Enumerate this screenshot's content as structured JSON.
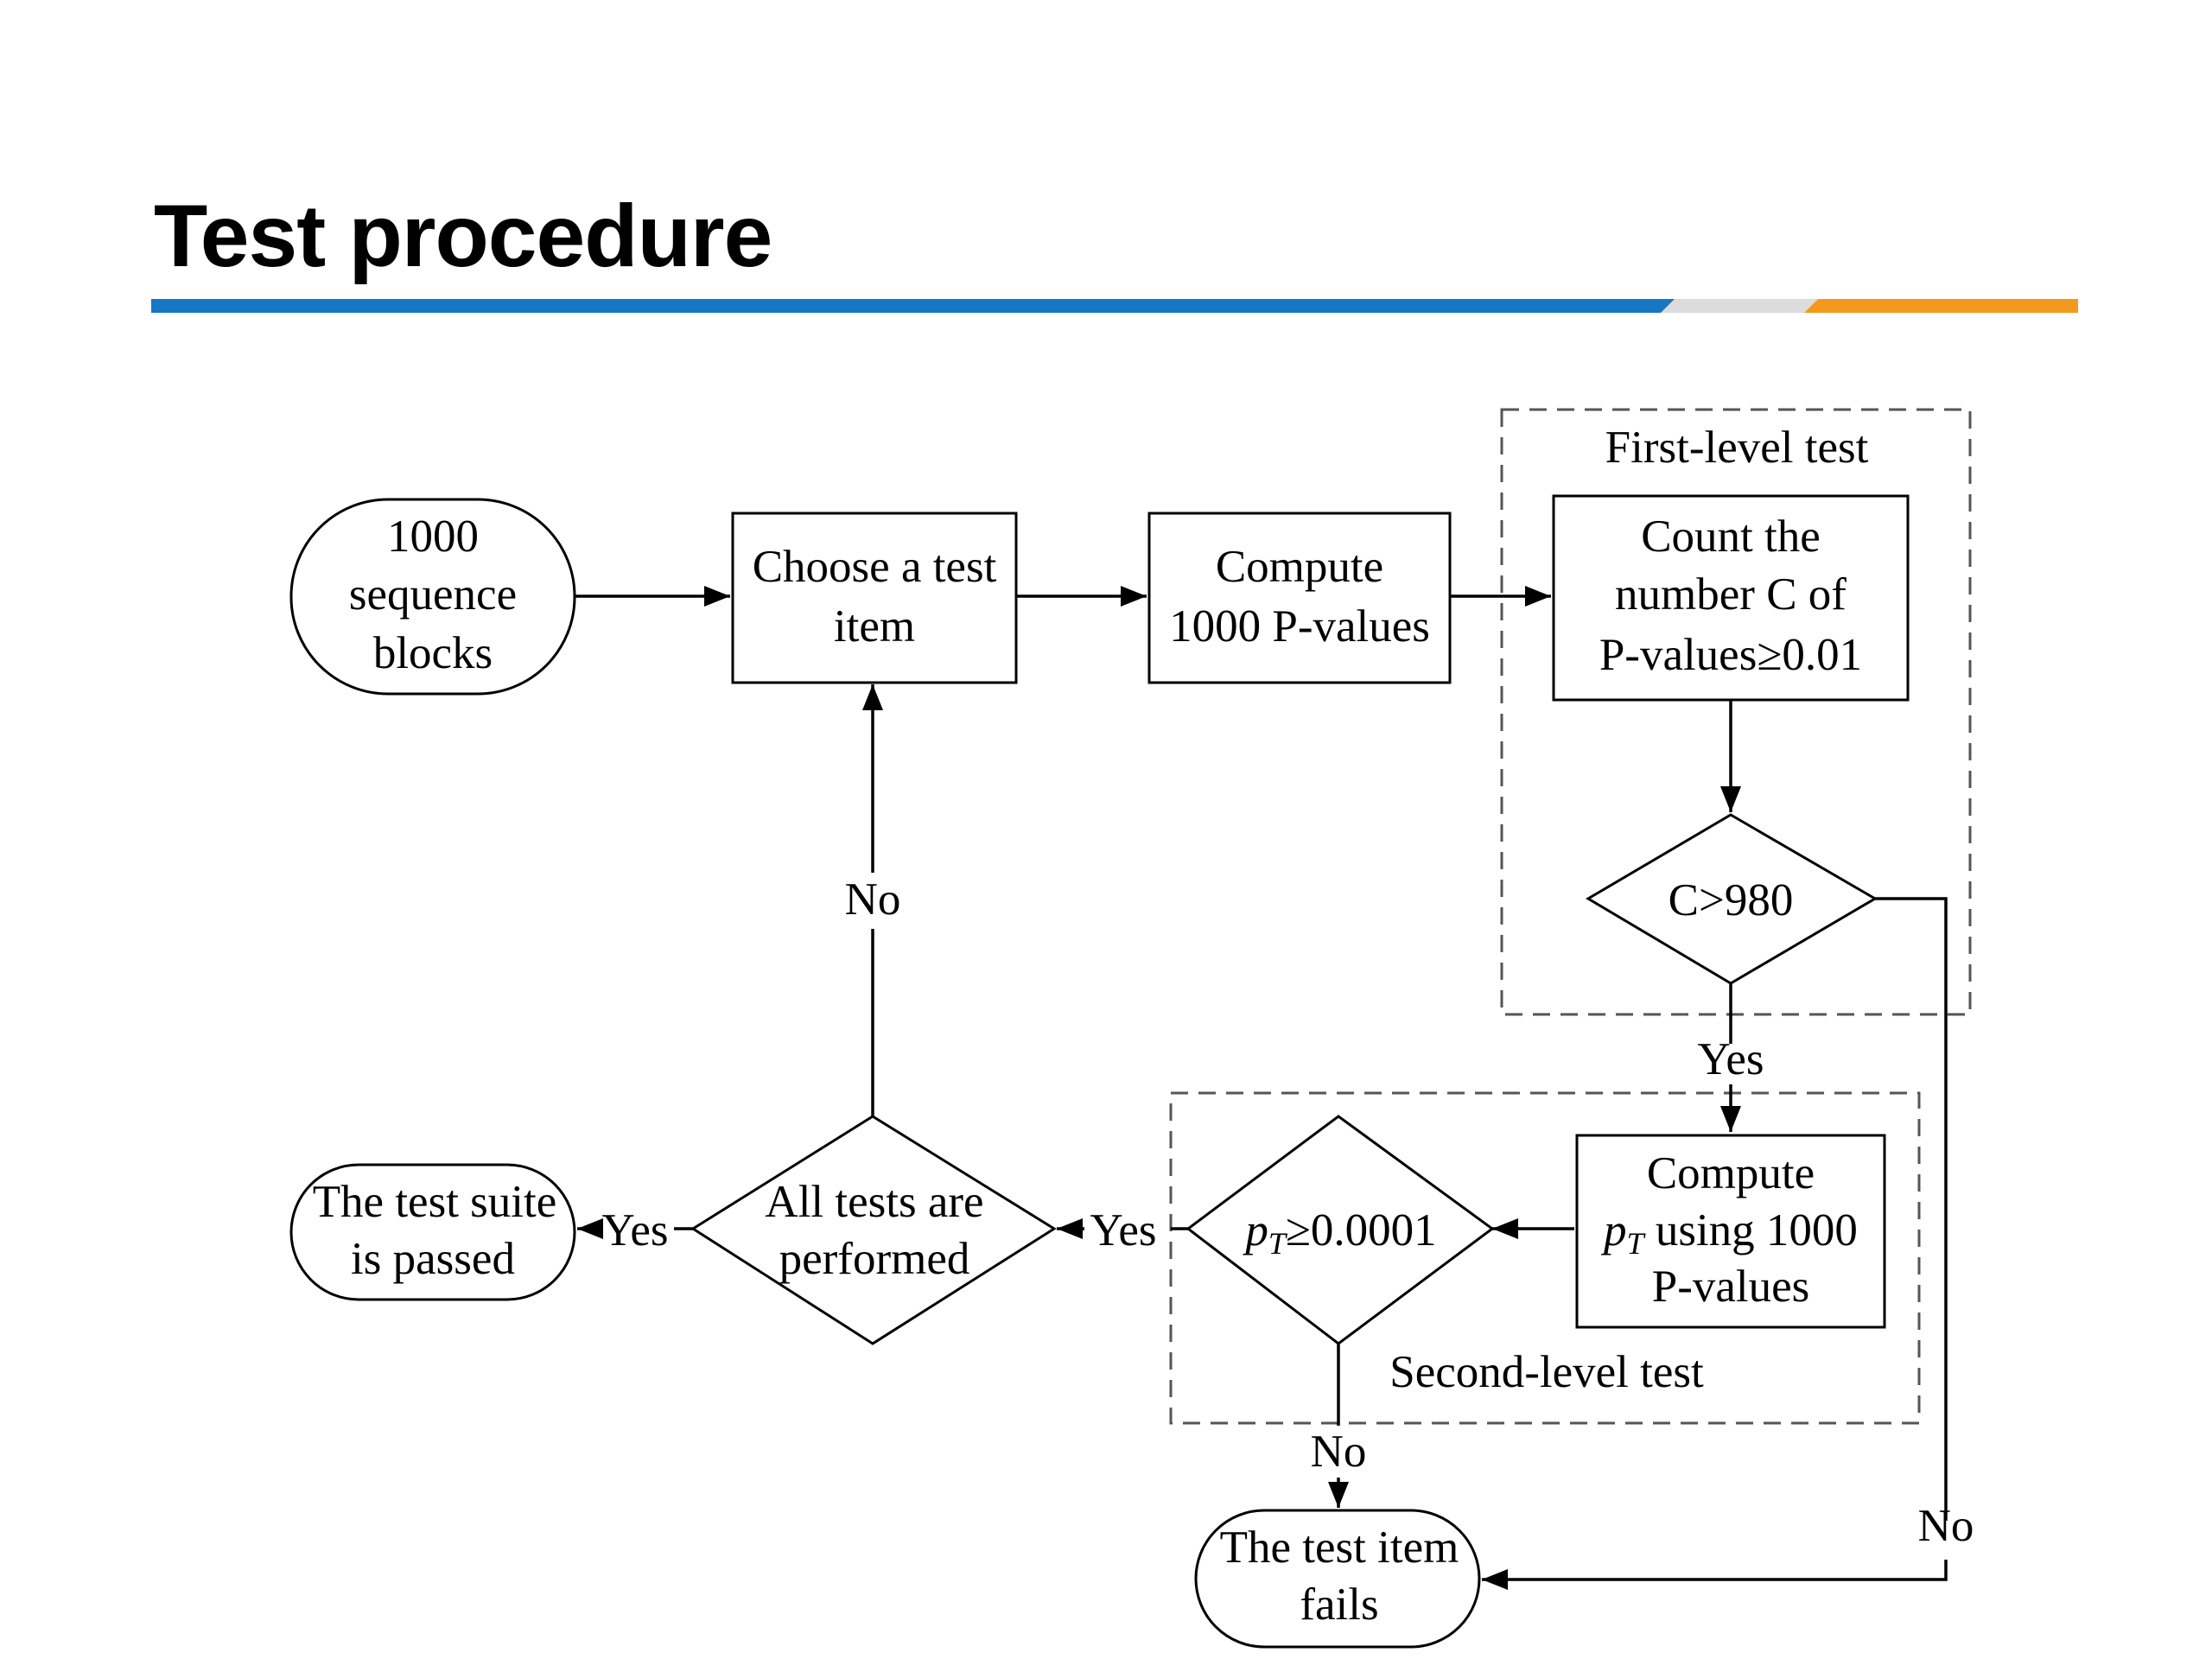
{
  "title": "Test procedure",
  "header_colors": {
    "blue": "#1677c4",
    "gray": "#dcdcdc",
    "orange": "#f39a1e"
  },
  "flowchart": {
    "start": {
      "lines": [
        "1000",
        "sequence",
        "blocks"
      ]
    },
    "choose": {
      "lines": [
        "Choose a test",
        "item"
      ]
    },
    "compute_p": {
      "lines": [
        "Compute",
        "1000 P-values"
      ]
    },
    "first_level": {
      "label": "First-level test",
      "count": {
        "lines": [
          "Count the",
          "number C of",
          "P-values≥0.01"
        ]
      },
      "decision": "C>980"
    },
    "second_level": {
      "label": "Second-level test",
      "compute_pt": {
        "line1": "Compute",
        "line2_var": "p",
        "line2_sub": "T",
        "line2_rest": " using 1000",
        "line3": "P-values"
      },
      "decision": {
        "var": "p",
        "sub": "T",
        "rest": "≥0.0001"
      }
    },
    "all_tests": {
      "lines": [
        "All tests are",
        "performed"
      ]
    },
    "passed": {
      "lines": [
        "The test suite",
        "is passed"
      ]
    },
    "fails": {
      "lines": [
        "The test item",
        "fails"
      ]
    },
    "edge_labels": {
      "no_loop": "No",
      "yes_c980": "Yes",
      "no_c980": "No",
      "yes_pt": "Yes",
      "no_pt": "No",
      "yes_all": "Yes"
    }
  }
}
